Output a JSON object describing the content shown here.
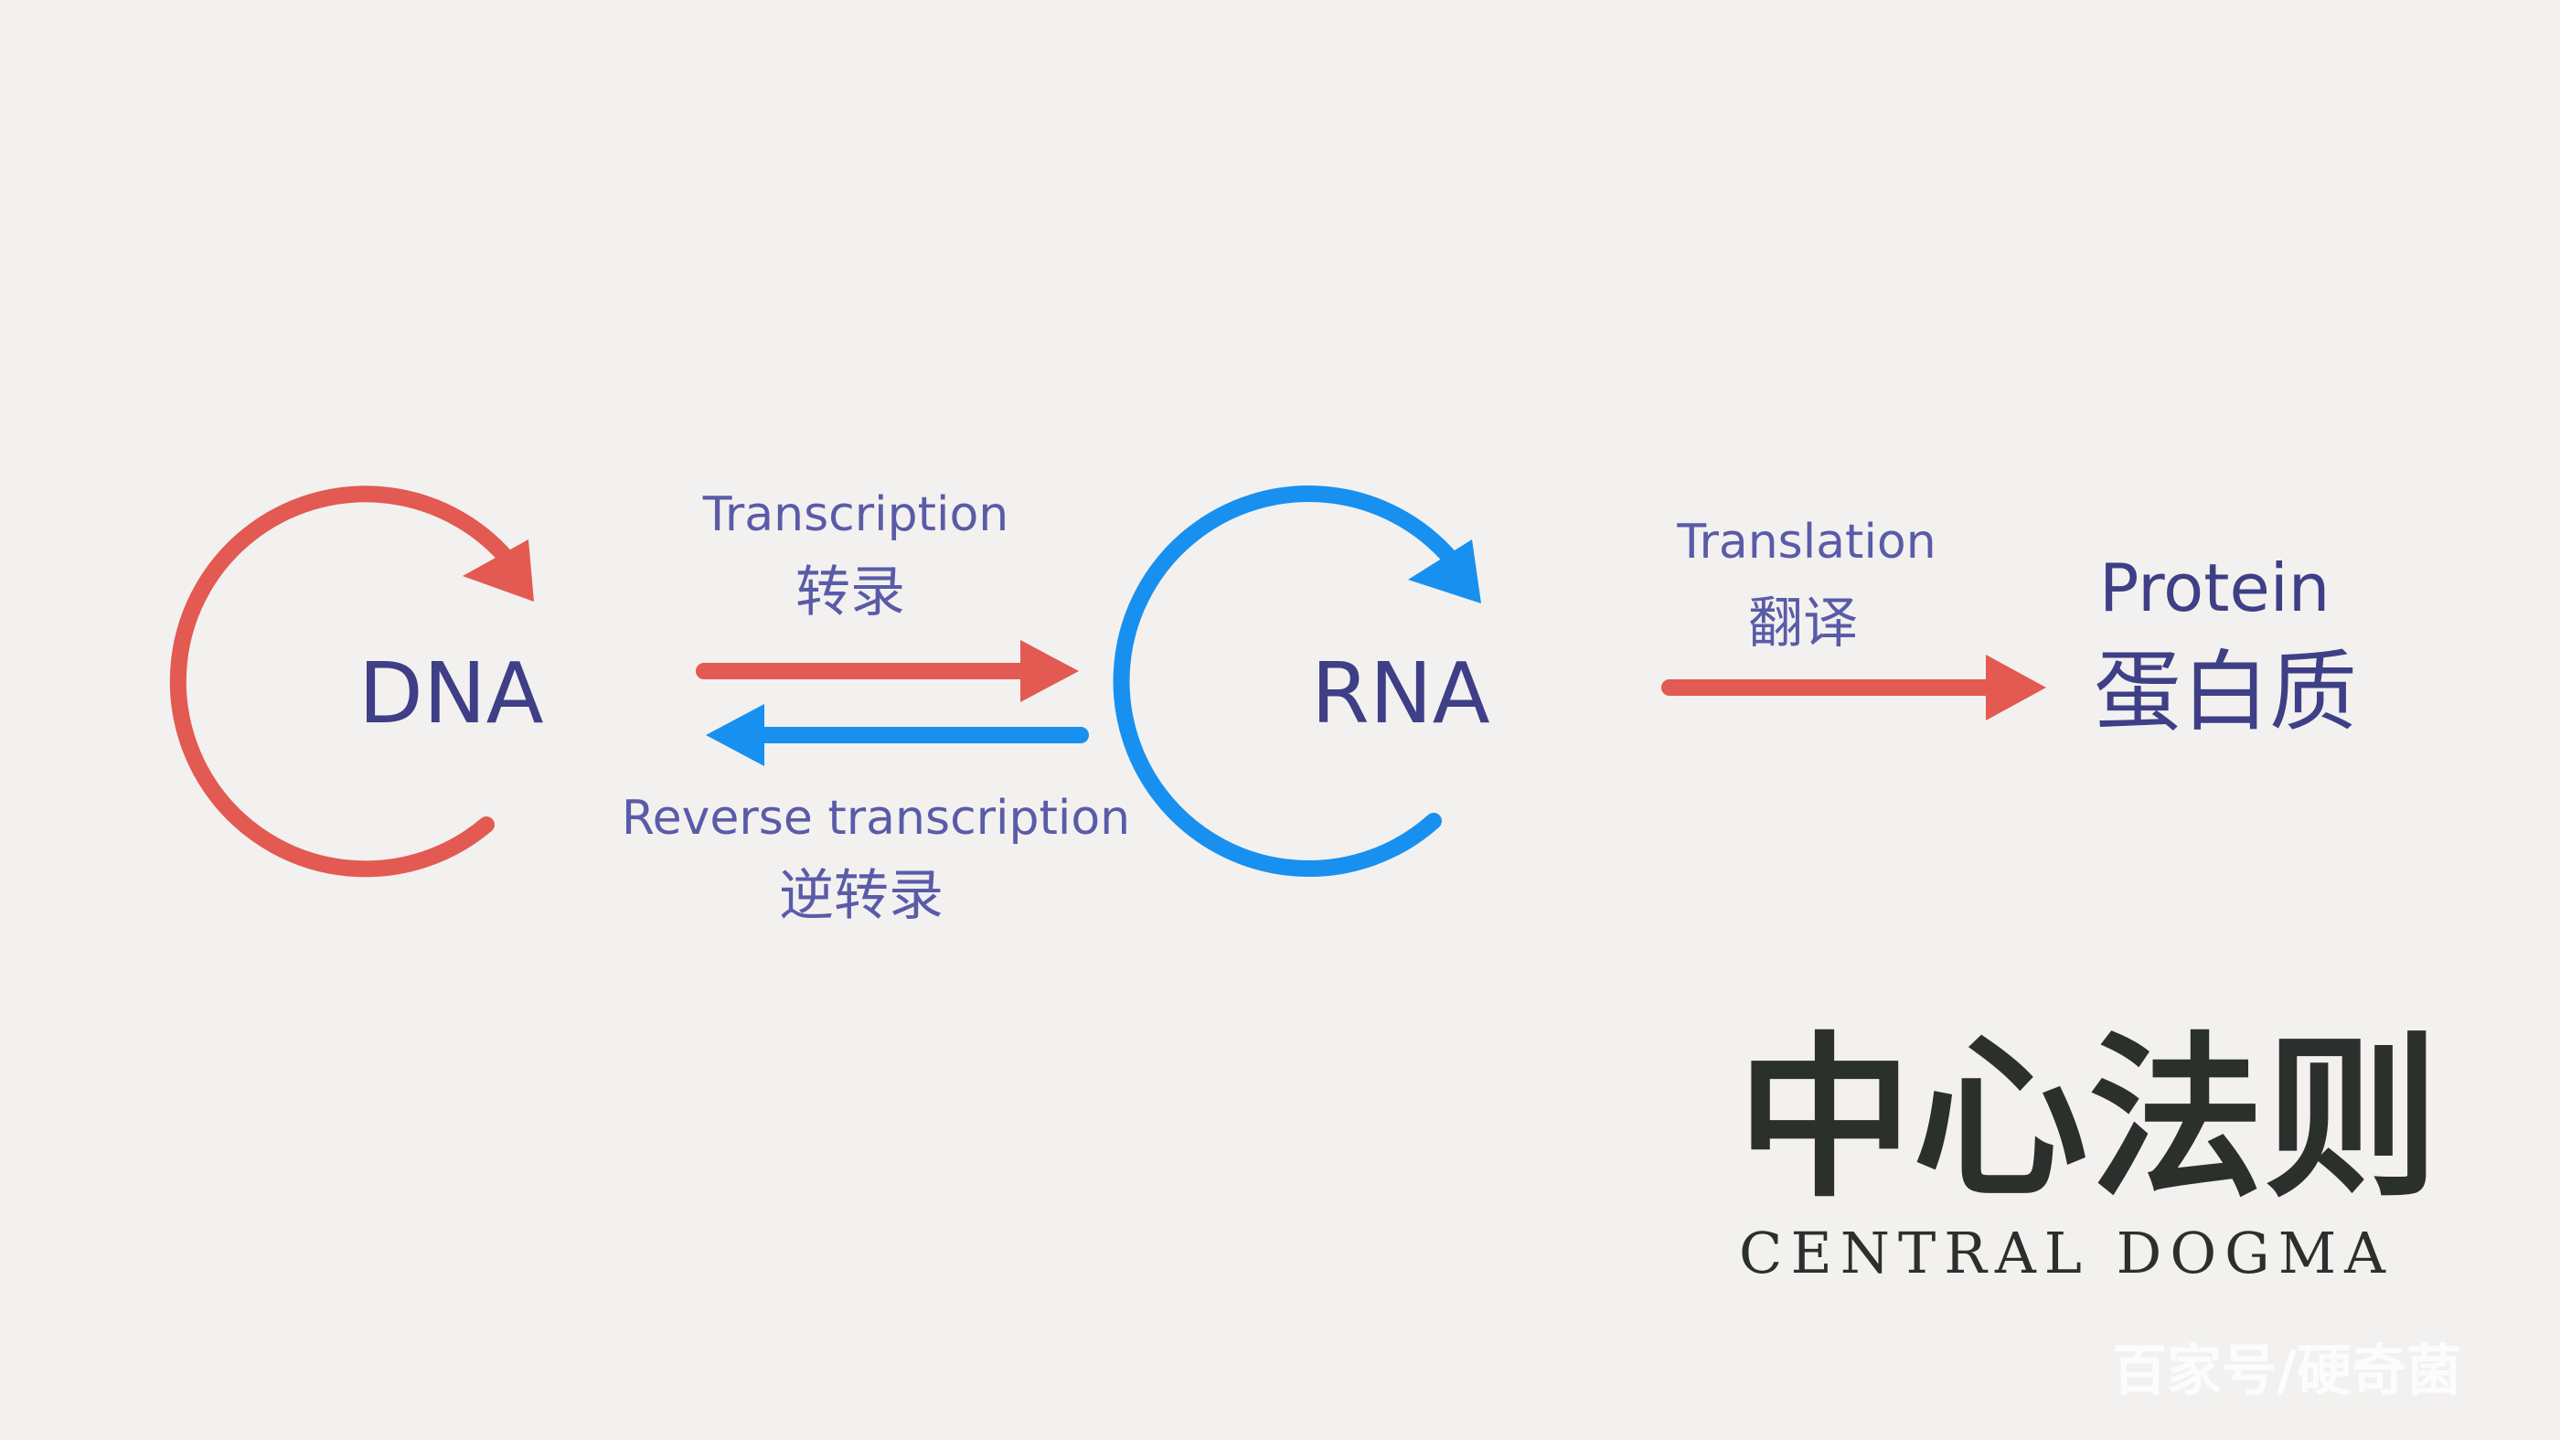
{
  "colors": {
    "background": "#f2f1ef",
    "red": "#e25a52",
    "blue": "#1890f0",
    "label": "#5a5ba8",
    "node_text": "#3e3f86",
    "title": "#2c302d"
  },
  "nodes": {
    "dna": "DNA",
    "rna": "RNA",
    "protein_en": "Protein",
    "protein_zh": "蛋白质"
  },
  "processes": {
    "transcription_en": "Transcription",
    "transcription_zh": "转录",
    "reverse_en": "Reverse transcription",
    "reverse_zh": "逆转录",
    "translation_en": "Translation",
    "translation_zh": "翻译"
  },
  "title": {
    "zh": "中心法则",
    "en": "CENTRAL DOGMA"
  },
  "watermark": "百家号/硬奇菌"
}
